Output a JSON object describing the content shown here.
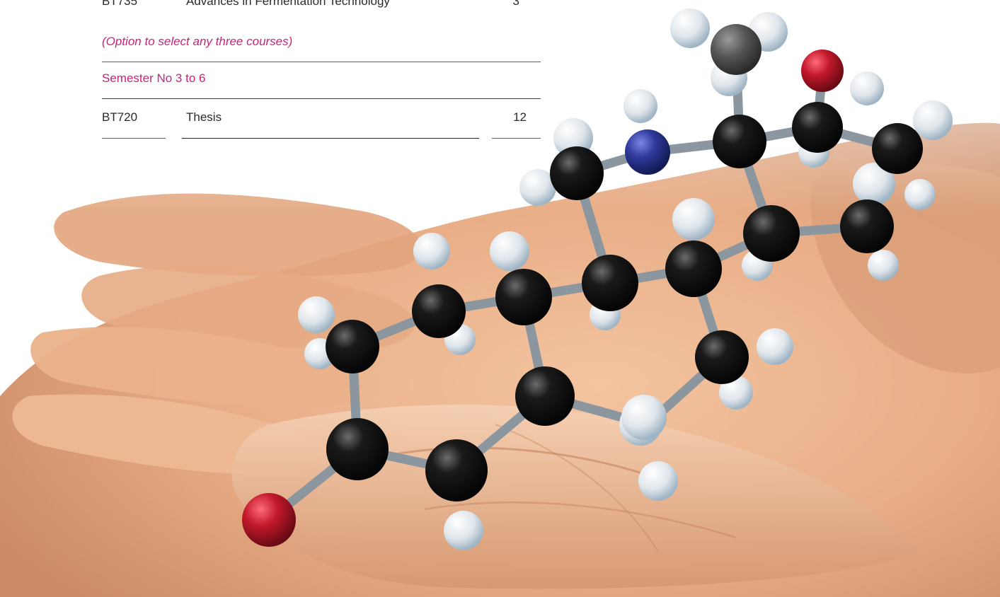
{
  "courses_top": {
    "code": "BT735",
    "title": "Advances in Fermentation Technology",
    "credits": "3"
  },
  "note": "(Option to select any three courses)",
  "semester": "Semester No 3 to 6",
  "thesis": {
    "code": "BT720",
    "title": "Thesis",
    "credits": "12"
  },
  "colors": {
    "accent": "#c8237a",
    "text": "#2a2a2a",
    "skin": "#e9b48e",
    "atom_carbon": "#141414",
    "atom_hydrogen": "#e6ebef",
    "atom_oxygen": "#c2182b",
    "atom_nitrogen": "#2f3a9c"
  }
}
